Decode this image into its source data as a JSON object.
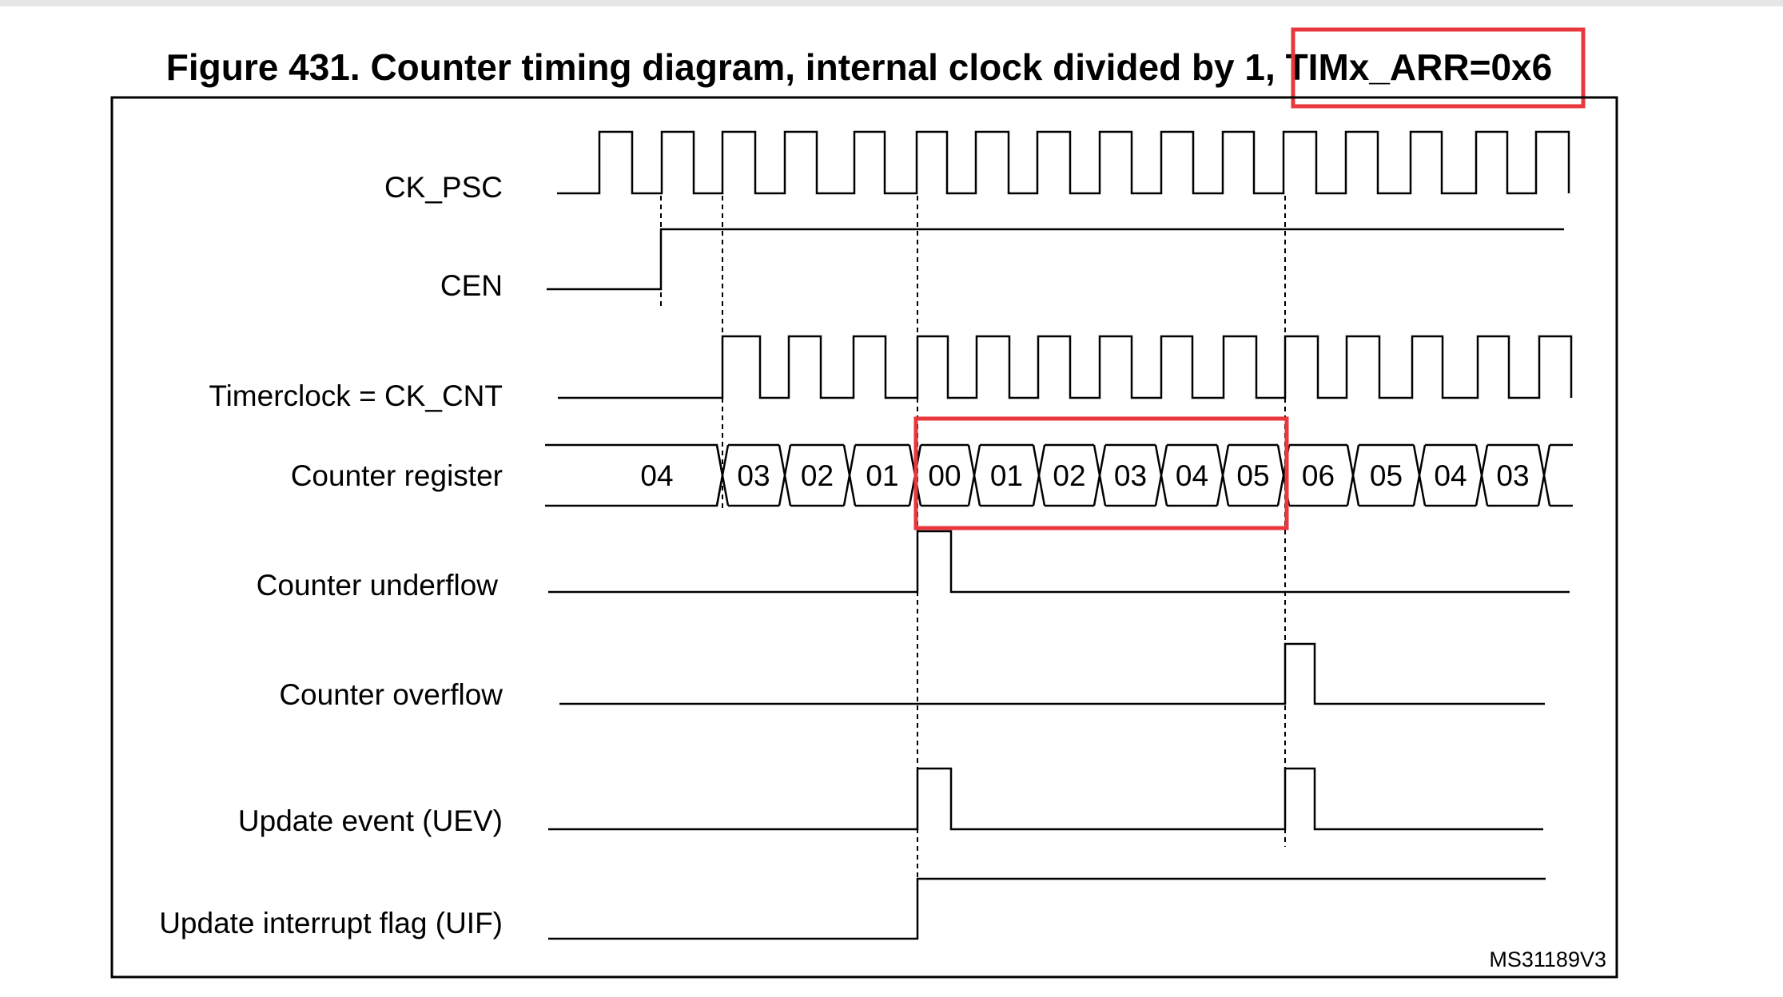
{
  "figure": {
    "title_prefix": "Figure 431. Counter timing diagram, internal clock divided by 1, ",
    "title_highlight": "TIMx_ARR=0x6",
    "ref_code": "MS31189V3"
  },
  "signals": {
    "ck_psc": "CK_PSC",
    "cen": "CEN",
    "ck_cnt": "Timerclock = CK_CNT",
    "counter_register": "Counter register",
    "counter_underflow": "Counter underflow",
    "counter_overflow": "Counter overflow",
    "uev": "Update event (UEV)",
    "uif": "Update interrupt flag (UIF)"
  },
  "counter_values": [
    "04",
    "03",
    "02",
    "01",
    "00",
    "01",
    "02",
    "03",
    "04",
    "05",
    "06",
    "05",
    "04",
    "03"
  ],
  "highlight_color": "#e8373d"
}
